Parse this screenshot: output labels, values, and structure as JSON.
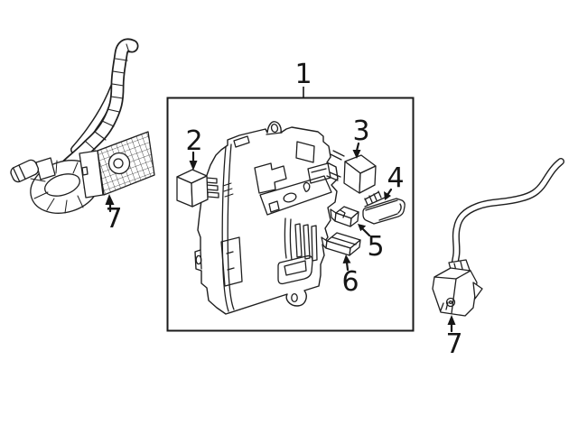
{
  "diagram": {
    "title": "",
    "background_color": "#ffffff",
    "line_color": "#1f1f1f",
    "label_color": "#161616",
    "boundary_box_color": "#1a1a1a"
  },
  "callouts": [
    {
      "id": "callout-1",
      "label": "1"
    },
    {
      "id": "callout-2",
      "label": "2"
    },
    {
      "id": "callout-3",
      "label": "3"
    },
    {
      "id": "callout-4",
      "label": "4"
    },
    {
      "id": "callout-5",
      "label": "5"
    },
    {
      "id": "callout-6",
      "label": "6"
    },
    {
      "id": "callout-7-left",
      "label": "7"
    },
    {
      "id": "callout-7-right",
      "label": "7"
    }
  ]
}
